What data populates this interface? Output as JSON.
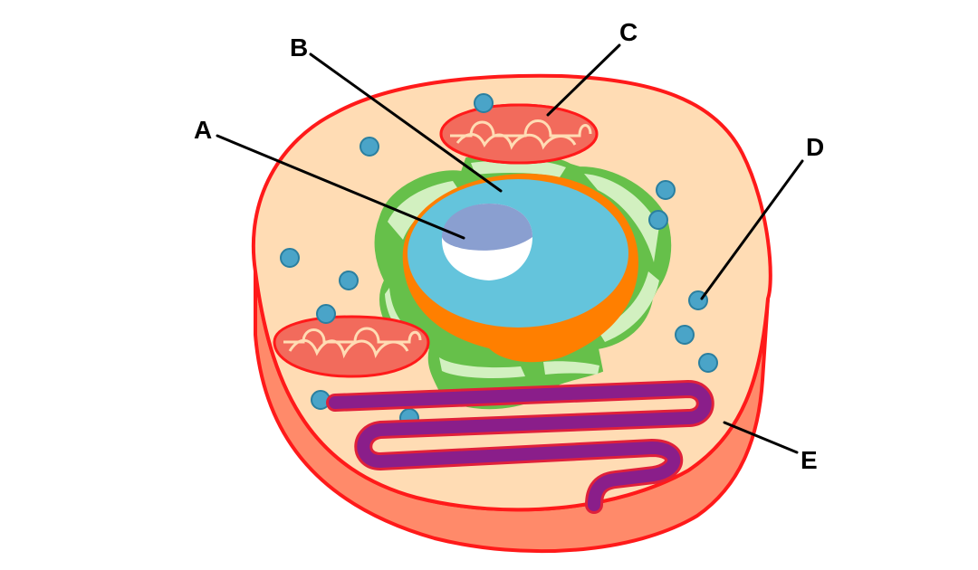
{
  "labels": {
    "a": "A",
    "b": "B",
    "c": "C",
    "d": "D",
    "e": "E"
  },
  "colors": {
    "membrane": "#ff1a1a",
    "cytoplasm": "#ffdcb4",
    "cell_side": "#ff8a6a",
    "nucleus": "#64c4dc",
    "nuclear_envelope": "#ff7f00",
    "nucleolus": "#8a9fd0",
    "er_green": "#66c04a",
    "er_light": "#d2f0c0",
    "mitochondria": "#f26b5c",
    "vesicle": "#4aa4c8",
    "golgi_purple": "#8a1e8a"
  }
}
